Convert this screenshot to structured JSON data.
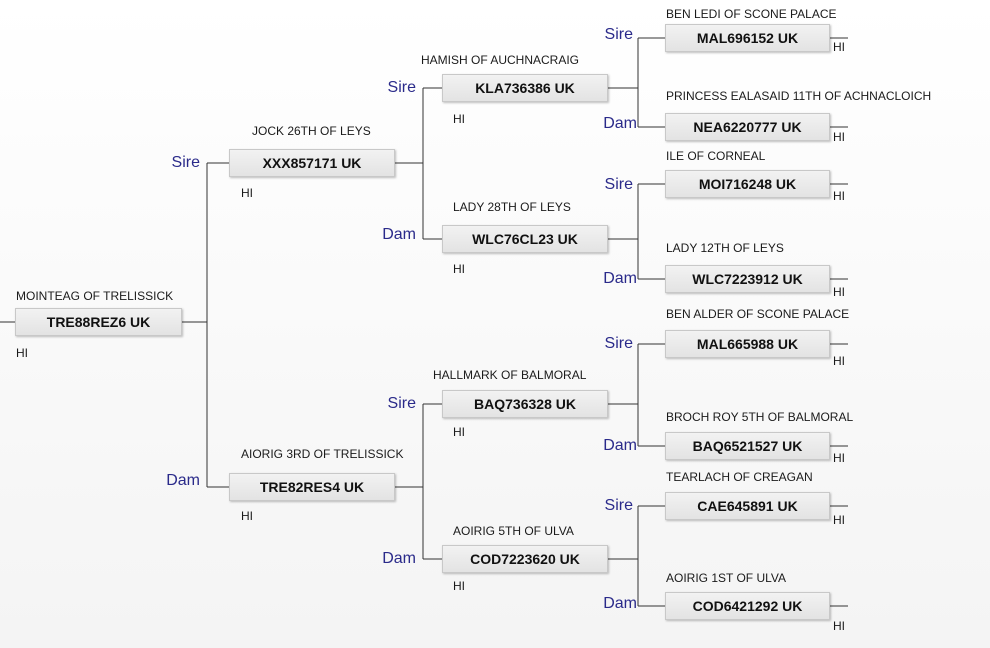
{
  "relation_labels": {
    "sire": "Sire",
    "dam": "Dam"
  },
  "pedigree": {
    "subject": {
      "name": "MOINTEAG OF TRELISSICK",
      "reg": "TRE88REZ6 UK",
      "tag": "HI"
    },
    "g1": [
      {
        "name": "JOCK 26TH OF LEYS",
        "reg": "XXX857171 UK",
        "tag": "HI"
      },
      {
        "name": "AIORIG 3RD OF TRELISSICK",
        "reg": "TRE82RES4 UK",
        "tag": "HI"
      }
    ],
    "g2": [
      {
        "name": "HAMISH OF AUCHNACRAIG",
        "reg": "KLA736386 UK",
        "tag": "HI"
      },
      {
        "name": "LADY 28TH OF LEYS",
        "reg": "WLC76CL23 UK",
        "tag": "HI"
      },
      {
        "name": "HALLMARK OF BALMORAL",
        "reg": "BAQ736328 UK",
        "tag": "HI"
      },
      {
        "name": "AOIRIG 5TH OF ULVA",
        "reg": "COD7223620 UK",
        "tag": "HI"
      }
    ],
    "g3": [
      {
        "name": "BEN LEDI OF SCONE PALACE",
        "reg": "MAL696152 UK",
        "tag": "HI"
      },
      {
        "name": "PRINCESS EALASAID 11TH OF ACHNACLOICH",
        "reg": "NEA6220777 UK",
        "tag": "HI"
      },
      {
        "name": "ILE OF CORNEAL",
        "reg": "MOI716248 UK",
        "tag": "HI"
      },
      {
        "name": "LADY 12TH OF LEYS",
        "reg": "WLC7223912 UK",
        "tag": "HI"
      },
      {
        "name": "BEN ALDER OF SCONE PALACE",
        "reg": "MAL665988 UK",
        "tag": "HI"
      },
      {
        "name": "BROCH ROY 5TH OF BALMORAL",
        "reg": "BAQ6521527 UK",
        "tag": "HI"
      },
      {
        "name": "TEARLACH OF CREAGAN",
        "reg": "CAE645891 UK",
        "tag": "HI"
      },
      {
        "name": "AOIRIG 1ST OF ULVA",
        "reg": "COD6421292 UK",
        "tag": "HI"
      }
    ]
  }
}
